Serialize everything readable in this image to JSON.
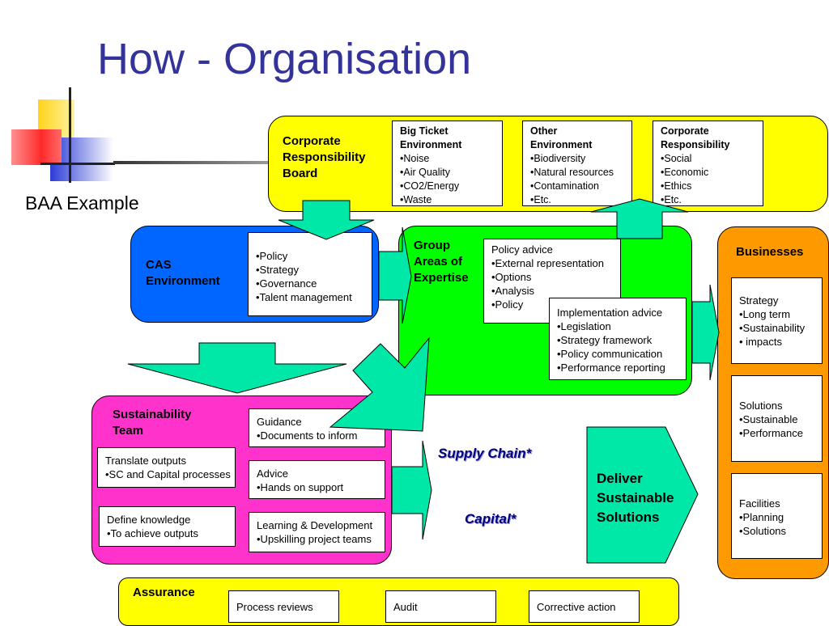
{
  "title": "How - Organisation",
  "subtitle": "BAA Example",
  "colors": {
    "title": "#333399",
    "yellow": "#ffff00",
    "blue": "#0066ff",
    "green": "#00ff00",
    "magenta": "#ff33cc",
    "orange": "#ff9900",
    "arrow": "#00e0a0",
    "capital_blue": "#000080"
  },
  "crb": {
    "label": "Corporate\nResponsibility\nBoard",
    "boxes": [
      {
        "head": "Big Ticket\nEnvironment",
        "items": [
          "•Noise",
          "•Air Quality",
          "•CO2/Energy",
          "•Waste"
        ]
      },
      {
        "head": "Other\nEnvironment",
        "items": [
          "•Biodiversity",
          "•Natural resources",
          "•Contamination",
          "•Etc."
        ]
      },
      {
        "head": "Corporate\nResponsibility",
        "items": [
          "•Social",
          "•Economic",
          "•Ethics",
          "•Etc."
        ]
      }
    ]
  },
  "cas": {
    "label": "CAS\nEnvironment",
    "items": [
      "•Policy",
      "•Strategy",
      "•Governance",
      "•Talent management"
    ]
  },
  "group": {
    "label": "Group\nAreas of\nExpertise",
    "box1": {
      "head": "Policy advice",
      "items": [
        "•External representation",
        "•Options",
        "•Analysis",
        "•Policy"
      ]
    },
    "box2": {
      "head": "Implementation advice",
      "items": [
        "•Legislation",
        "•Strategy framework",
        "•Policy communication",
        "•Performance reporting"
      ]
    }
  },
  "businesses": {
    "label": "Businesses",
    "boxes": [
      {
        "head": "Strategy",
        "items": [
          "•Long term",
          "•Sustainability",
          "• impacts"
        ]
      },
      {
        "head": "Solutions",
        "items": [
          "•Sustainable",
          "•Performance"
        ]
      },
      {
        "head": "Facilities",
        "items": [
          "•Planning",
          "•Solutions"
        ]
      }
    ]
  },
  "sust": {
    "label": "Sustainability\nTeam",
    "left_boxes": [
      {
        "head": "Translate outputs",
        "items": [
          "•SC and Capital processes"
        ]
      },
      {
        "head": "Define knowledge",
        "items": [
          "•To achieve outputs"
        ]
      }
    ],
    "right_boxes": [
      {
        "head": "Guidance",
        "items": [
          "•Documents to inform"
        ]
      },
      {
        "head": "Advice",
        "items": [
          "•Hands on support"
        ]
      },
      {
        "head": "Learning & Development",
        "items": [
          "•Upskilling project teams"
        ]
      }
    ]
  },
  "supply_chain": "Supply Chain*",
  "capital": "Capital*",
  "deliver": "Deliver\nSustainable\nSolutions",
  "assurance": {
    "label": "Assurance",
    "boxes": [
      "Process reviews",
      "Audit",
      "Corrective action"
    ]
  }
}
